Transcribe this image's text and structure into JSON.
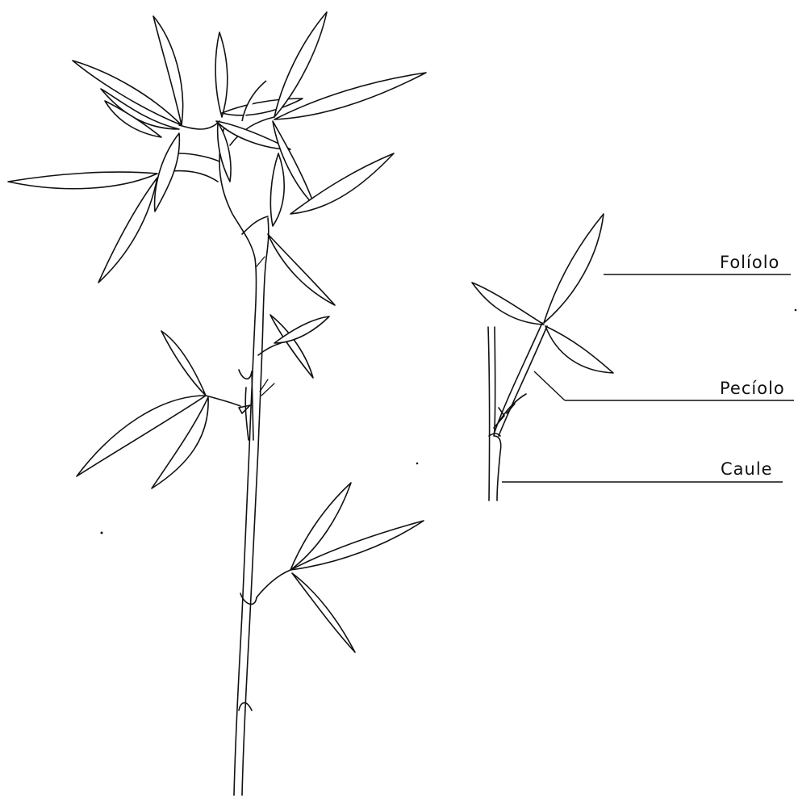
{
  "labels": {
    "foliolo": "Folíolo",
    "peciolo": "Pecíolo",
    "caule": "Caule"
  },
  "colors": {
    "ink": "#111111",
    "background": "#ffffff"
  }
}
